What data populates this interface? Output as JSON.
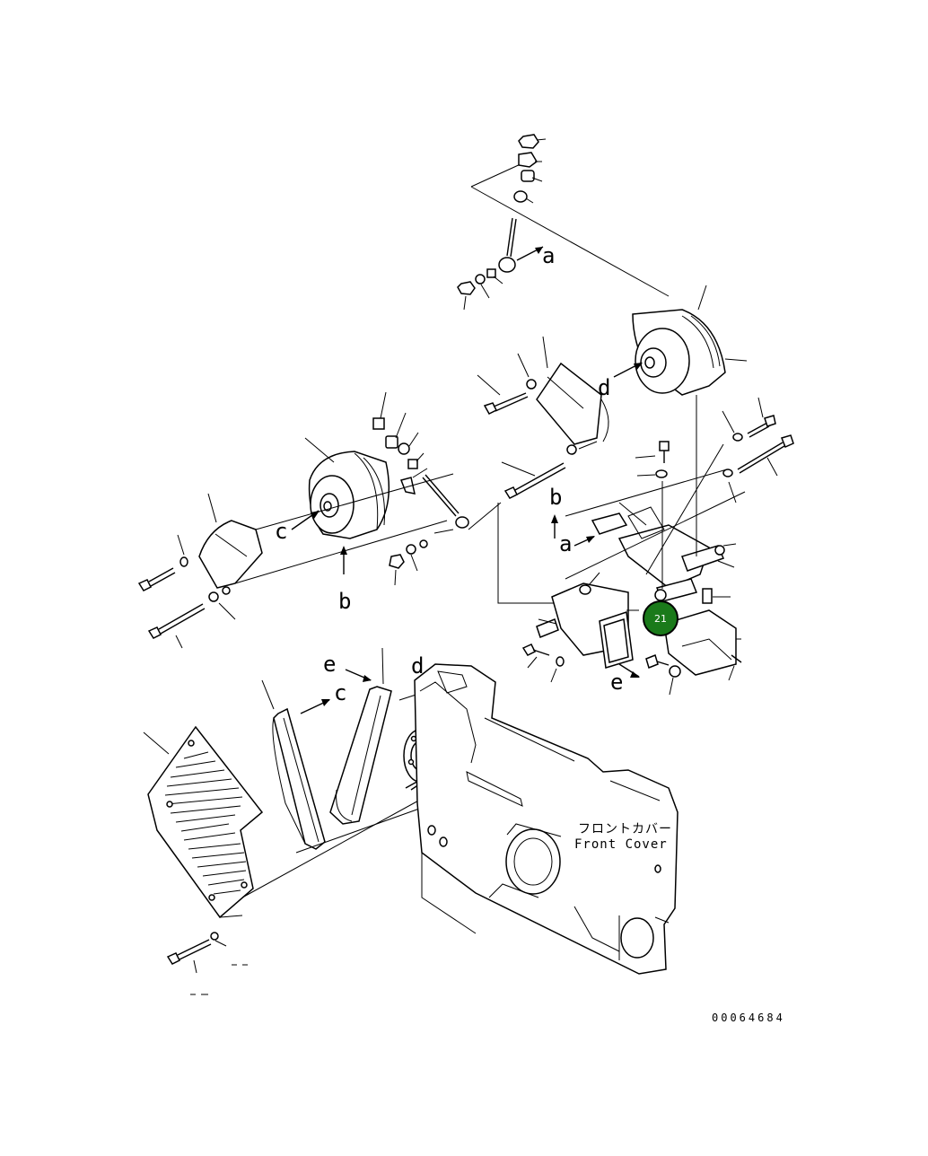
{
  "diagram": {
    "drawing_number": "00064684",
    "front_cover_label_jp": "フロントカバー",
    "front_cover_label_en": "Front Cover",
    "callout": {
      "number": "21",
      "color": "#1a7a1a"
    },
    "letters": {
      "a1": "a",
      "a2": "a",
      "b1": "b",
      "b2": "b",
      "c1": "c",
      "c2": "c",
      "d1": "d",
      "d2": "d",
      "e1": "e",
      "e2": "e"
    }
  }
}
